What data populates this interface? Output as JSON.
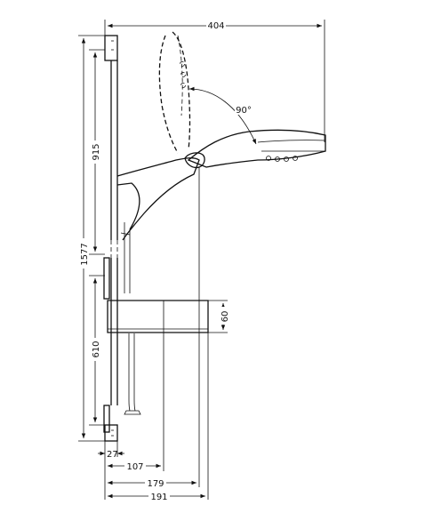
{
  "diagram": {
    "dimensions": {
      "width_top": "404",
      "height_total": "1577",
      "height_upper": "915",
      "height_lower": "610",
      "angle": "90°",
      "shelf_height": "60",
      "offset_27": "27",
      "offset_107": "107",
      "offset_179": "179",
      "offset_191": "191"
    },
    "colors": {
      "line": "#111111",
      "background": "#ffffff"
    }
  }
}
